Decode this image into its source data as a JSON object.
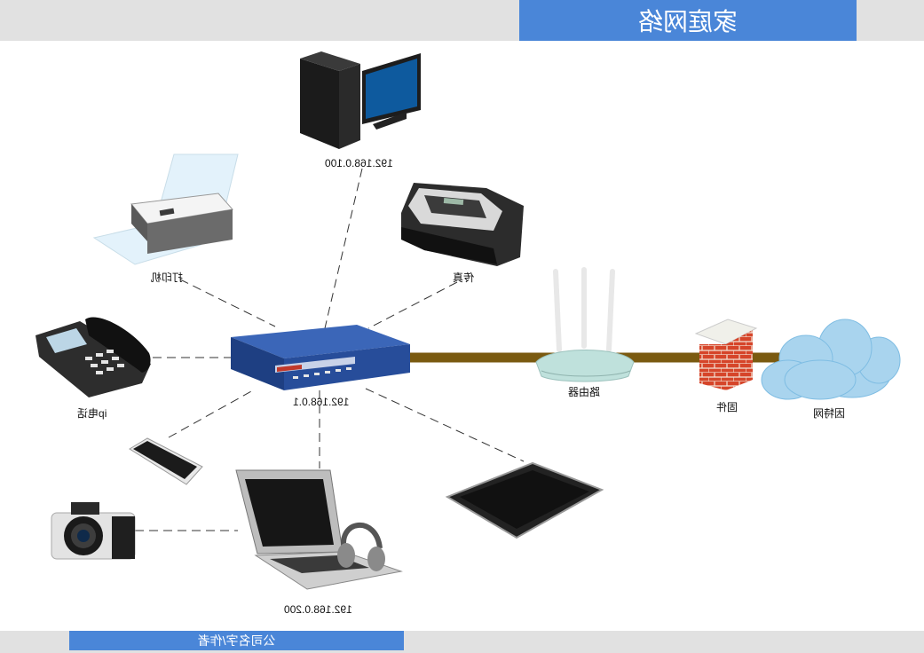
{
  "title": "家庭网络",
  "footer": {
    "author": "公司名字/作者"
  },
  "nodes": {
    "desktop": {
      "label": "192.168.0.100"
    },
    "printer": {
      "label": "打印机"
    },
    "fax": {
      "label": "传真"
    },
    "ip_phone": {
      "label": "ip电话"
    },
    "switch": {
      "label": "192.168.0.1"
    },
    "router": {
      "label": "路由器"
    },
    "firewall": {
      "label": "固件"
    },
    "internet": {
      "label": "因特网"
    },
    "laptop": {
      "label": "192.168.0.200"
    }
  },
  "colors": {
    "title_bg": "#4a86d8",
    "bar_bg": "#e1e1e1",
    "cable": "#7a5a10",
    "switch": "#274d9a"
  }
}
